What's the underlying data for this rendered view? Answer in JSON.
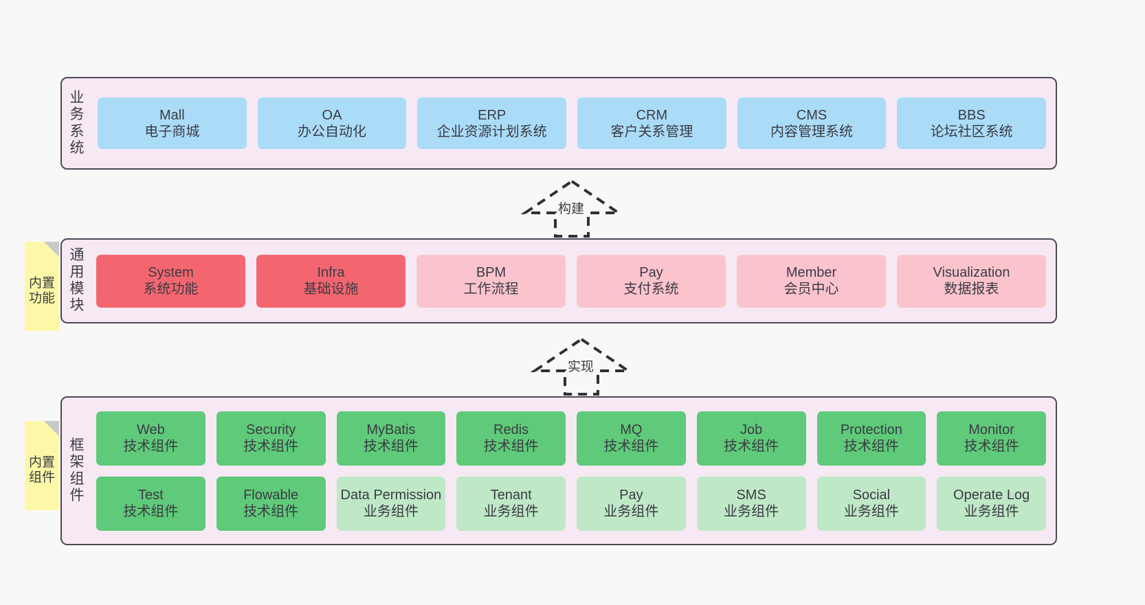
{
  "diagram": {
    "title_hidden": "",
    "colors": {
      "panel_bg": "#f7e9f4",
      "panel_border": "#4a4a55",
      "blue": "#aadcf8",
      "red_strong": "#f4666f",
      "red_light": "#fbc4cd",
      "green_strong": "#5fca79",
      "green_light": "#bfe8c6",
      "sticky": "#fcf8a8",
      "sticky_fold": "#c9c9c9",
      "text": "#3b3b44",
      "canvas_bg": "#f8f8f8"
    }
  },
  "layers": {
    "business": {
      "title": "业务系统",
      "items": [
        {
          "name": "Mall",
          "desc": "电子商城",
          "tone": "blue"
        },
        {
          "name": "OA",
          "desc": "办公自动化",
          "tone": "blue"
        },
        {
          "name": "ERP",
          "desc": "企业资源计划系统",
          "tone": "blue"
        },
        {
          "name": "CRM",
          "desc": "客户关系管理",
          "tone": "blue"
        },
        {
          "name": "CMS",
          "desc": "内容管理系统",
          "tone": "blue"
        },
        {
          "name": "BBS",
          "desc": "论坛社区系统",
          "tone": "blue"
        }
      ]
    },
    "modules": {
      "title": "通用模块",
      "sticky": "内置功能",
      "items": [
        {
          "name": "System",
          "desc": "系统功能",
          "tone": "red-strong"
        },
        {
          "name": "Infra",
          "desc": "基础设施",
          "tone": "red-strong"
        },
        {
          "name": "BPM",
          "desc": "工作流程",
          "tone": "red-light"
        },
        {
          "name": "Pay",
          "desc": "支付系统",
          "tone": "red-light"
        },
        {
          "name": "Member",
          "desc": "会员中心",
          "tone": "red-light"
        },
        {
          "name": "Visualization",
          "desc": "数据报表",
          "tone": "red-light"
        }
      ]
    },
    "framework": {
      "title": "框架组件",
      "sticky": "内置组件",
      "row1": [
        {
          "name": "Web",
          "desc": "技术组件",
          "tone": "green-strong"
        },
        {
          "name": "Security",
          "desc": "技术组件",
          "tone": "green-strong"
        },
        {
          "name": "MyBatis",
          "desc": "技术组件",
          "tone": "green-strong"
        },
        {
          "name": "Redis",
          "desc": "技术组件",
          "tone": "green-strong"
        },
        {
          "name": "MQ",
          "desc": "技术组件",
          "tone": "green-strong"
        },
        {
          "name": "Job",
          "desc": "技术组件",
          "tone": "green-strong"
        },
        {
          "name": "Protection",
          "desc": "技术组件",
          "tone": "green-strong"
        },
        {
          "name": "Monitor",
          "desc": "技术组件",
          "tone": "green-strong"
        }
      ],
      "row2": [
        {
          "name": "Test",
          "desc": "技术组件",
          "tone": "green-strong"
        },
        {
          "name": "Flowable",
          "desc": "技术组件",
          "tone": "green-strong"
        },
        {
          "name": "Data Permission",
          "desc": "业务组件",
          "tone": "green-light"
        },
        {
          "name": "Tenant",
          "desc": "业务组件",
          "tone": "green-light"
        },
        {
          "name": "Pay",
          "desc": "业务组件",
          "tone": "green-light"
        },
        {
          "name": "SMS",
          "desc": "业务组件",
          "tone": "green-light"
        },
        {
          "name": "Social",
          "desc": "业务组件",
          "tone": "green-light"
        },
        {
          "name": "Operate Log",
          "desc": "业务组件",
          "tone": "green-light"
        }
      ]
    }
  },
  "connectors": [
    {
      "label": "构建",
      "from": "modules",
      "to": "business",
      "style": "dashed-hollow-arrow"
    },
    {
      "label": "实现",
      "from": "framework",
      "to": "modules",
      "style": "dashed-hollow-arrow"
    }
  ]
}
